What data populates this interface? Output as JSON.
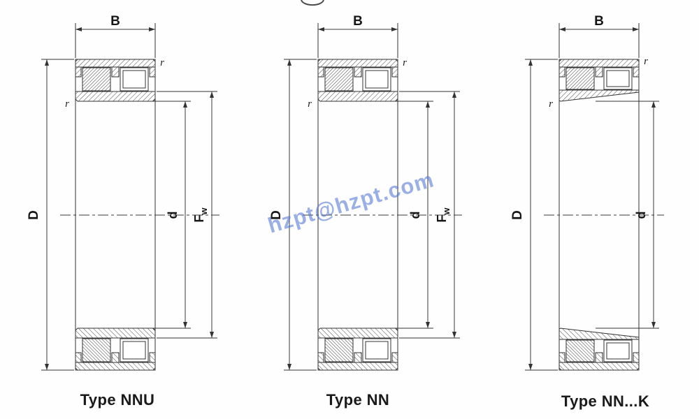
{
  "watermark": {
    "text": "hzpt@hzpt.com",
    "color": "#4a6fd4"
  },
  "bearings": [
    {
      "type_label": "Type NNU",
      "dims": {
        "width": "B",
        "outer": "D",
        "bore": "d",
        "pitch": {
          "base": "F",
          "sub": "w"
        },
        "fillet_outer": "r",
        "fillet_inner": "r"
      }
    },
    {
      "type_label": "Type NN",
      "dims": {
        "width": "B",
        "outer": "D",
        "bore": "d",
        "pitch": {
          "base": "F",
          "sub": "w"
        },
        "fillet_outer": "r",
        "fillet_inner": "r"
      }
    },
    {
      "type_label": "Type NN...K",
      "dims": {
        "width": "B",
        "outer": "D",
        "bore": "d",
        "fillet_outer": "r",
        "fillet_inner": "r"
      }
    }
  ]
}
